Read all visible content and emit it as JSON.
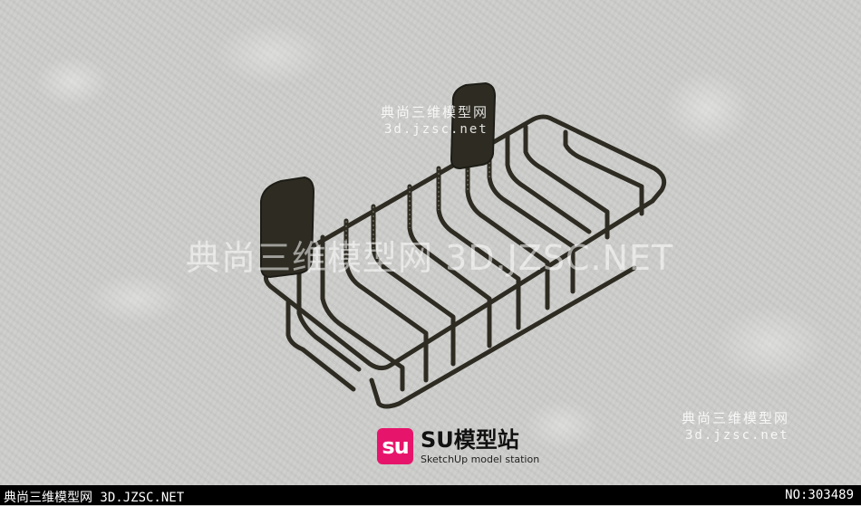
{
  "watermark_top": {
    "cn": "典尚三维模型网",
    "en": "3d.jzsc.net"
  },
  "watermark_center": "典尚三维模型网 3D.JZSC.NET",
  "watermark_bottom_right": {
    "cn": "典尚三维模型网",
    "en": "3d.jzsc.net"
  },
  "brand": {
    "badge": "su",
    "title": "SU模型站",
    "subtitle": "SketchUp model station",
    "color": "#e6156b"
  },
  "footer": {
    "left": "典尚三维模型网 3D.JZSC.NET",
    "right": "NO:303489"
  },
  "colors": {
    "wire": "#2e2c22",
    "background": "#cdcdcb"
  }
}
